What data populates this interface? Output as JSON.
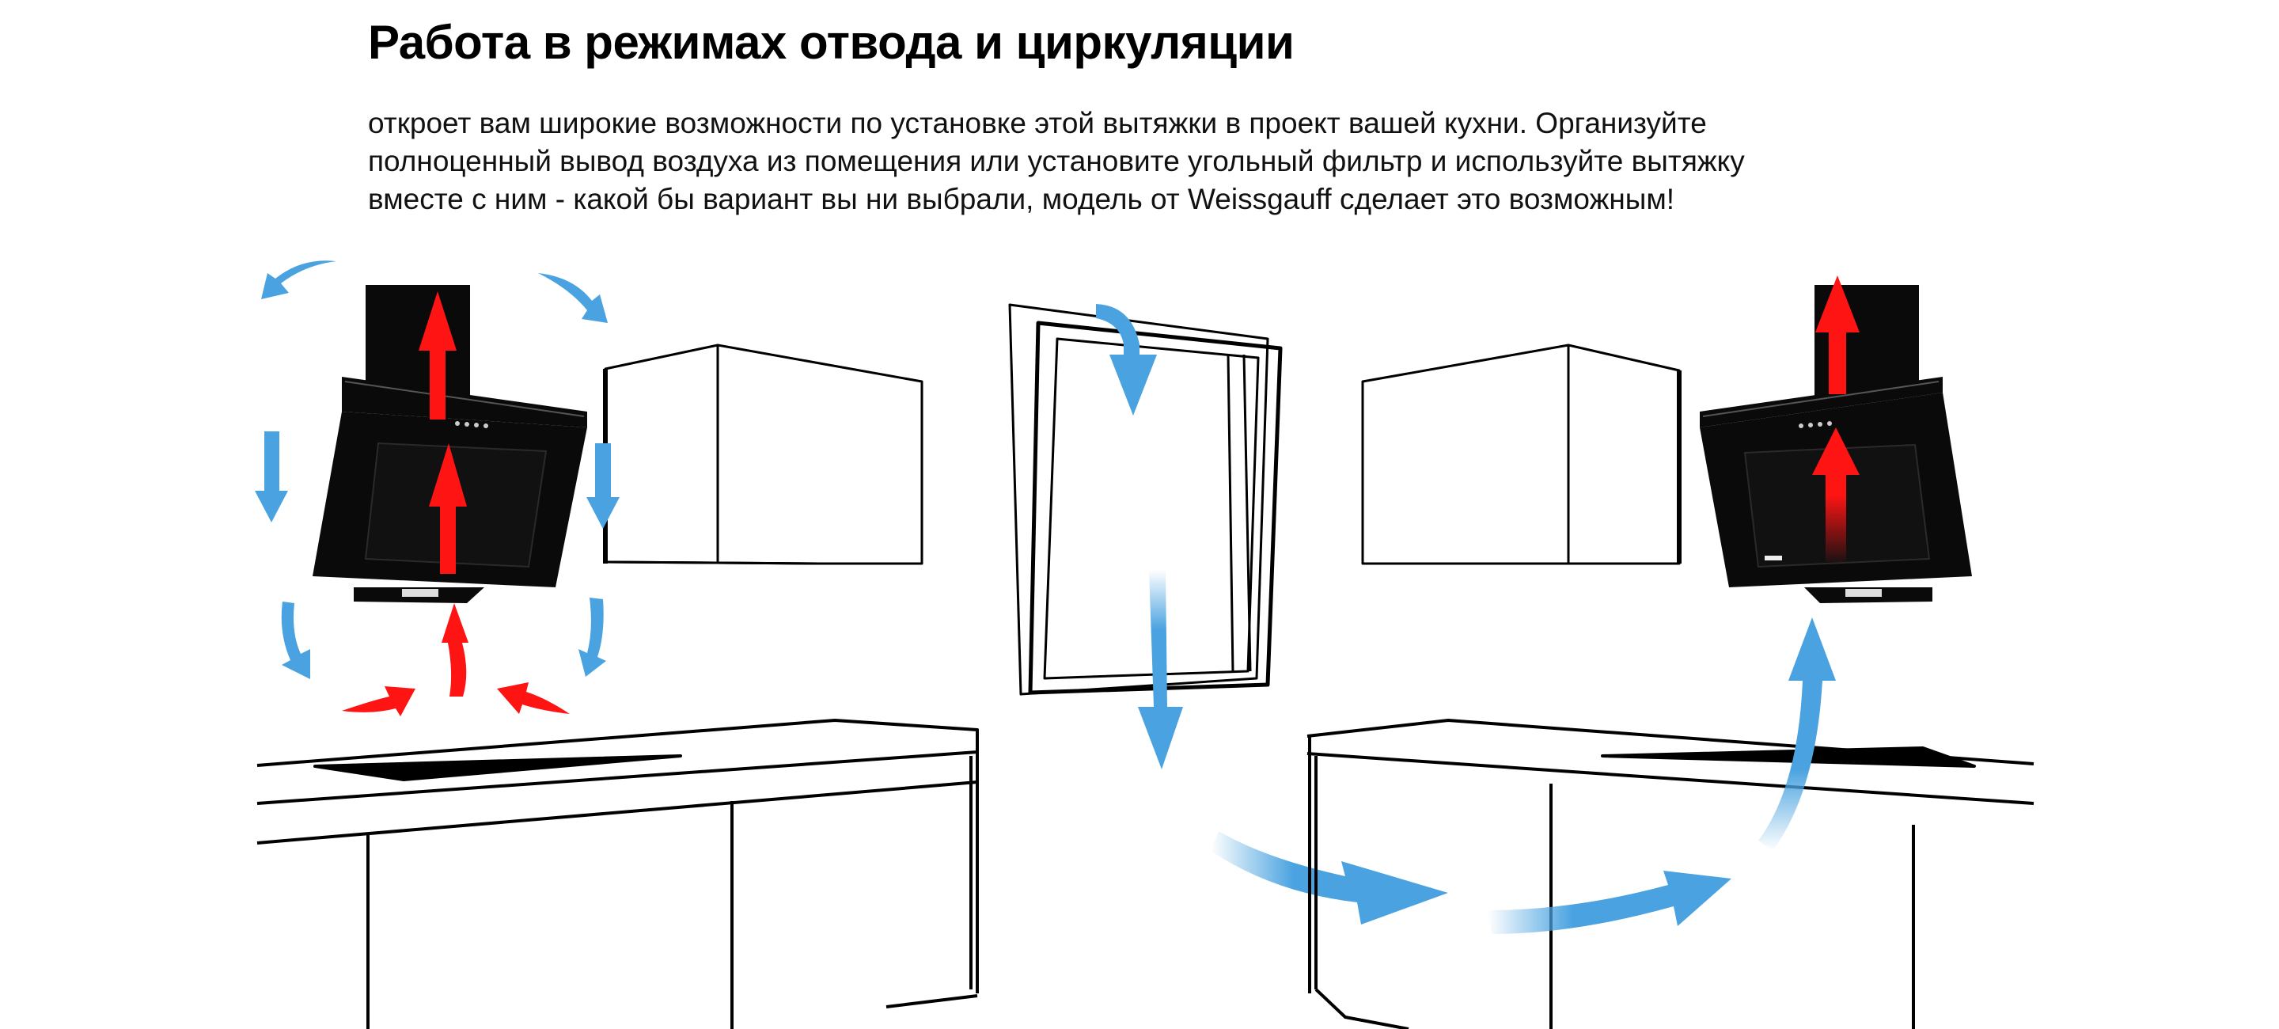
{
  "heading": "Работа в режимах отвода и циркуляции",
  "description": {
    "line1": "откроет вам широкие возможности по установке этой вытяжки в проект вашей кухни. Организуйте",
    "line2": "полноценный вывод воздуха из помещения или установите угольный фильтр и используйте вытяжку",
    "line3": "вместе с ним - какой бы вариант вы ни выбрали, модель от Weissgauff сделает это возможным!"
  },
  "colors": {
    "background": "#ffffff",
    "outline": "#000000",
    "hood_body": "#0a0a0a",
    "airflow_blue": "#4aa3e0",
    "airflow_red": "#ff1414"
  },
  "icons": {
    "hood": "angled-cooker-hood",
    "cabinet": "wall-cabinet",
    "window": "open-window",
    "worktop": "kitchen-worktop",
    "arrow_blue": "airflow-arrow-blue",
    "arrow_red": "airflow-arrow-red"
  }
}
